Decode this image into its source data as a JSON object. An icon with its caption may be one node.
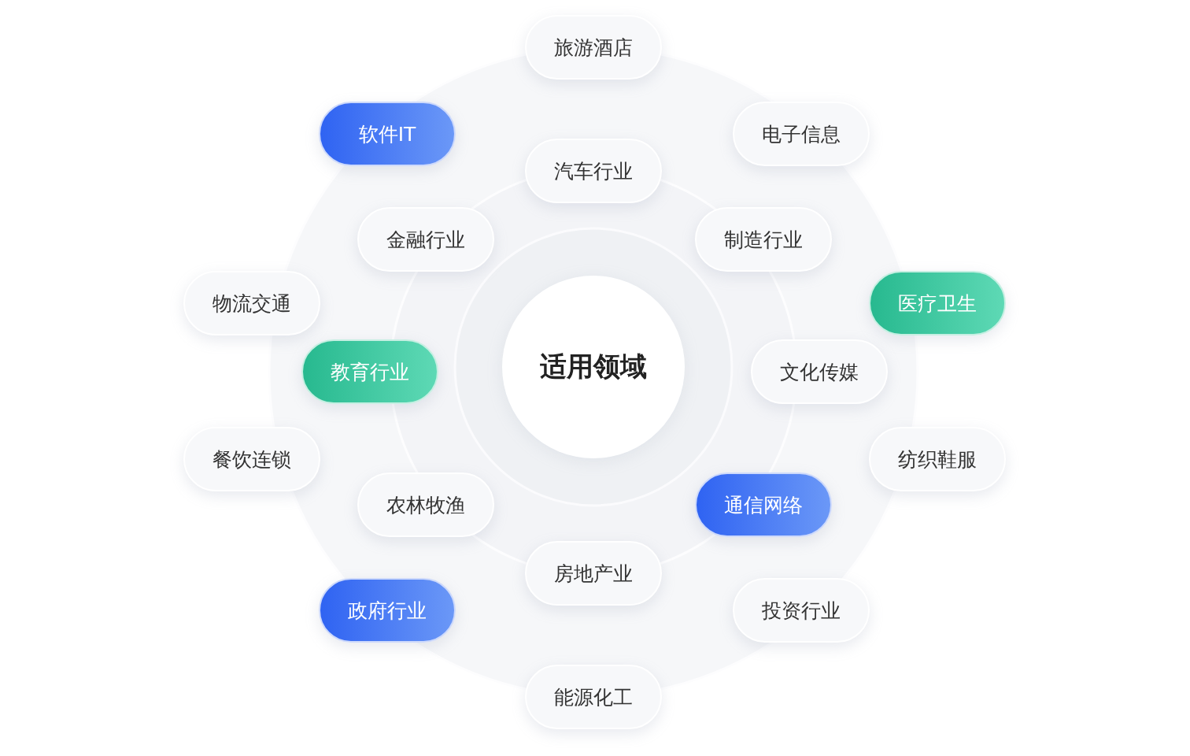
{
  "diagram": {
    "nodes": [
      {
        "text": [
          "旅游酒店"
        ]
      },
      {
        "text": [
          "软件IT"
        ]
      },
      {
        "text": [
          "电子信息"
        ]
      },
      {
        "text": [
          "汽车行业"
        ]
      },
      {
        "text": [
          "金融行业"
        ]
      },
      {
        "text": [
          "制造行业"
        ]
      },
      {
        "text": [
          "物流交通"
        ]
      },
      {
        "text": [
          "医疗卫生"
        ]
      },
      {
        "text": [
          "适用领域"
        ]
      },
      {
        "text": [
          "教育行业"
        ]
      },
      {
        "text": [
          "文化传媒"
        ]
      },
      {
        "text": [
          "餐饮连锁"
        ]
      },
      {
        "text": [
          "纺织鞋服"
        ]
      },
      {
        "text": [
          "农林牧渔"
        ]
      },
      {
        "text": [
          "通信网络"
        ]
      },
      {
        "text": [
          "房地产业"
        ]
      },
      {
        "text": [
          "政府行业"
        ]
      },
      {
        "text": [
          "投资行业"
        ]
      },
      {
        "text": [
          "能源化工"
        ]
      }
    ]
  }
}
